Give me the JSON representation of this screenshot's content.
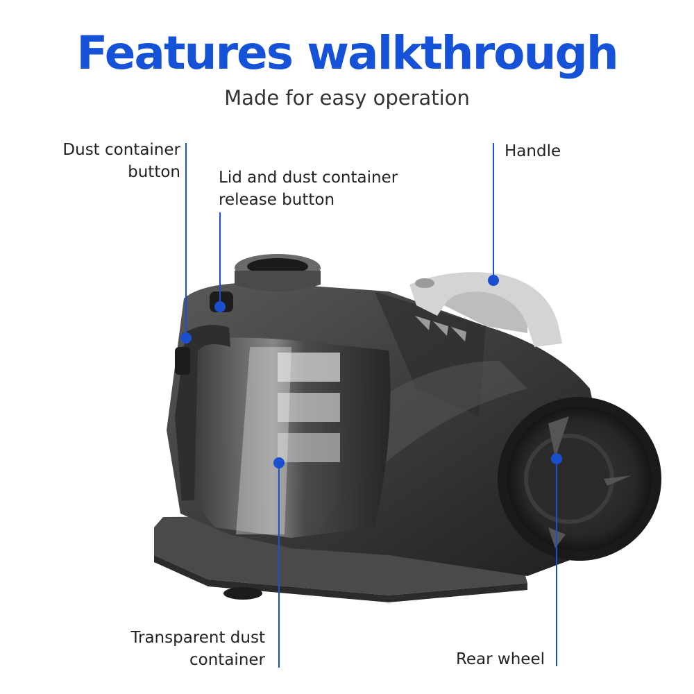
{
  "header": {
    "title": "Features walkthrough",
    "subtitle": "Made for easy operation"
  },
  "callouts": [
    {
      "id": "dust-container-button",
      "lines": [
        "Dust container",
        "button"
      ]
    },
    {
      "id": "lid-release-button",
      "lines": [
        "Lid and dust container",
        "release button"
      ]
    },
    {
      "id": "handle",
      "lines": [
        "Handle"
      ]
    },
    {
      "id": "transparent-dust-container",
      "lines": [
        "Transparent dust",
        "container"
      ]
    },
    {
      "id": "rear-wheel",
      "lines": [
        "Rear wheel"
      ]
    }
  ],
  "colors": {
    "title": "#1652d8",
    "accent": "#1a4fd0",
    "text": "#222222",
    "body": "#3c3c3c"
  }
}
